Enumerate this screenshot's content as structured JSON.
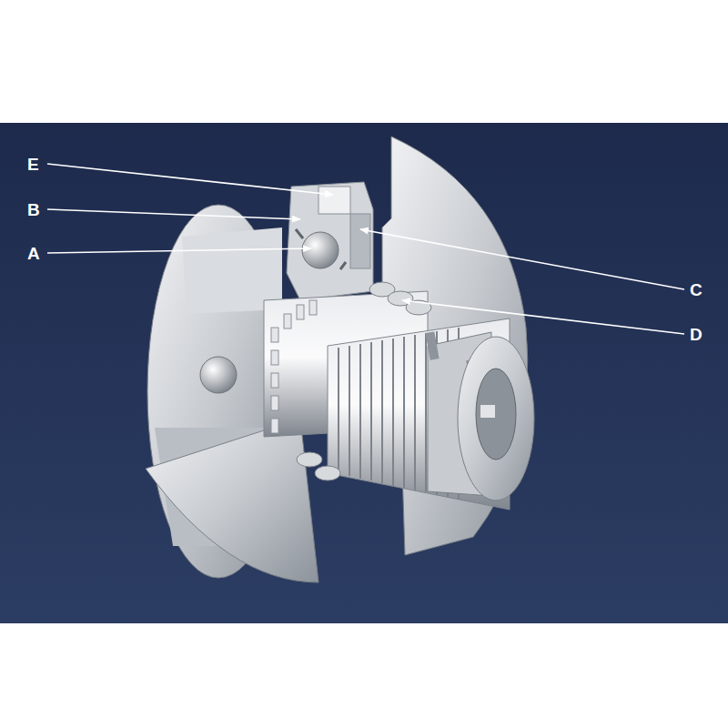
{
  "diagram": {
    "labels": [
      "E",
      "B",
      "A",
      "C",
      "D"
    ]
  }
}
